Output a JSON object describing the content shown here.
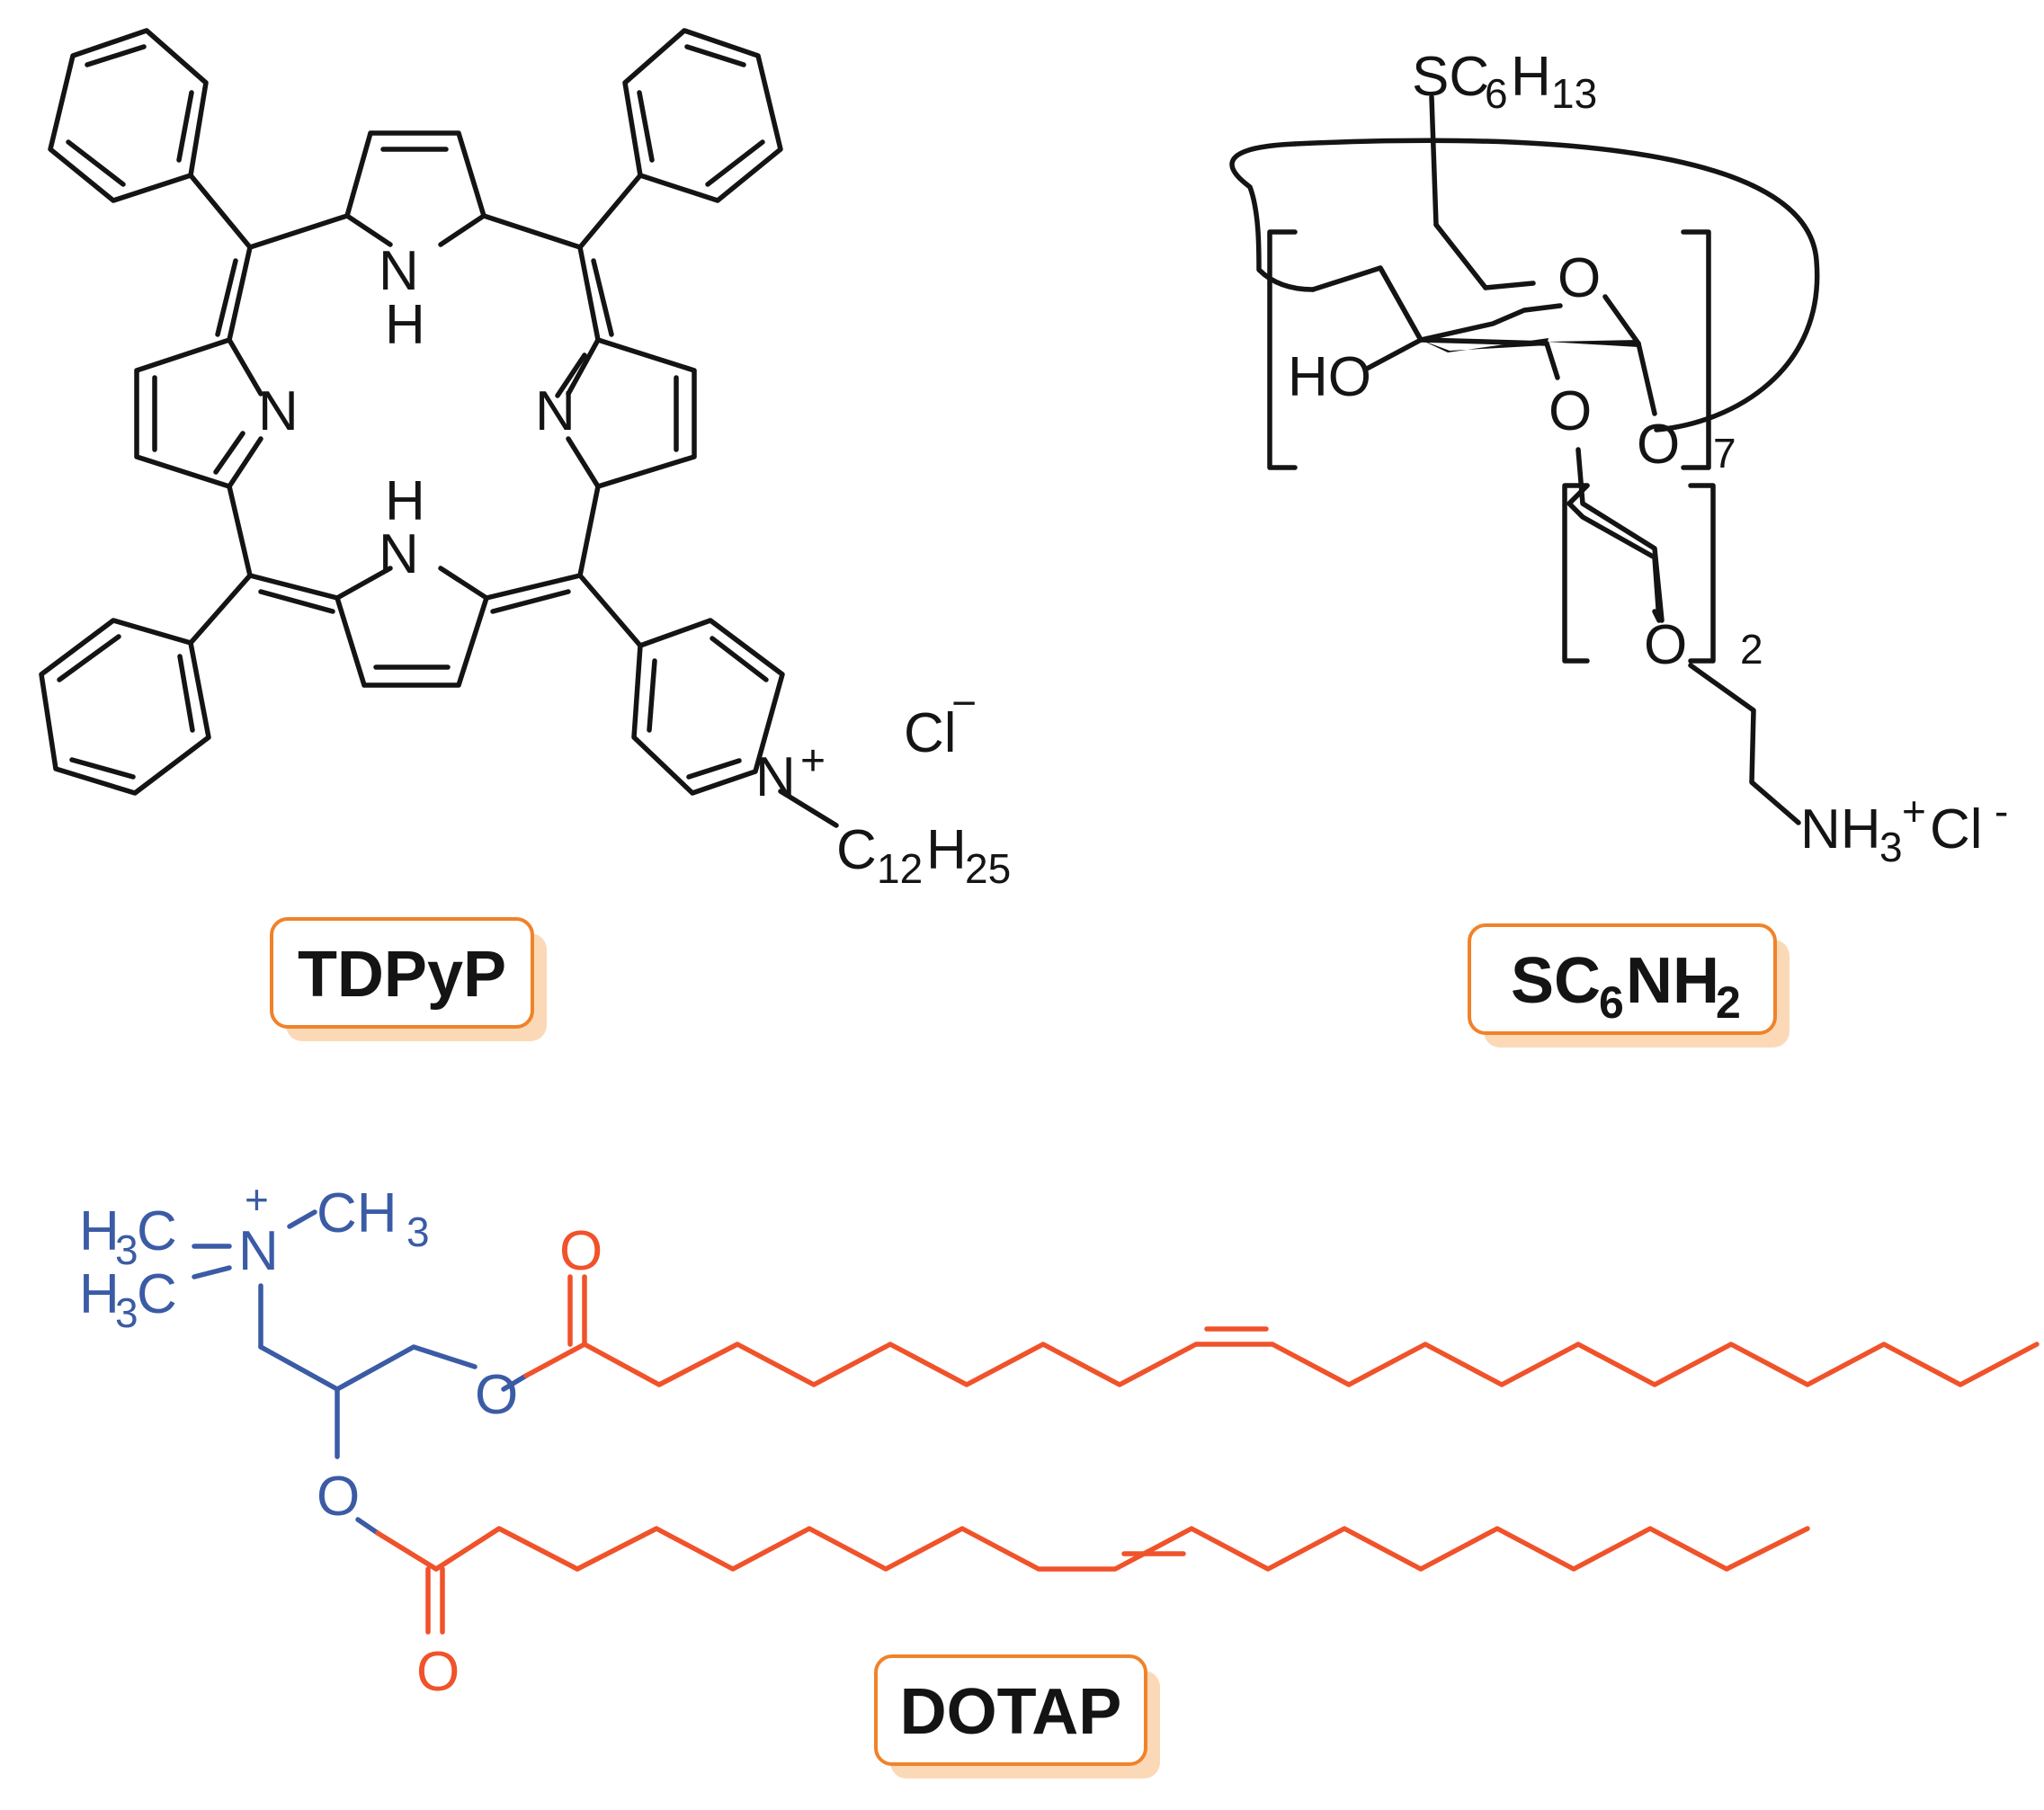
{
  "colors": {
    "ink": "#141414",
    "headgroup": "#3b5ba5",
    "tail": "#f0522a",
    "label_border": "#f0822a",
    "label_shadow": "#fbd9b7"
  },
  "compounds": {
    "tdpyp": {
      "label": "TDPyP",
      "atoms": {
        "nh": "N",
        "h": "H",
        "n": "N",
        "cl": "Cl",
        "minus": "−",
        "nplus": "N",
        "plus": "+",
        "c": "C",
        "c_sub": "12",
        "h2": "H",
        "h_sub": "25"
      }
    },
    "sc6nh2": {
      "label_main": "SC",
      "label_sub": "6",
      "label_mid": "NH",
      "label_sub2": "2",
      "atoms": {
        "s": "SC",
        "s_sub": "6",
        "s_h": "H",
        "s_hsub": "13",
        "ho": "HO",
        "o": "O",
        "repeat7": "7",
        "repeat2": "2",
        "nh": "NH",
        "nh_sub": "3",
        "nh_plus": "+",
        "cl": "Cl",
        "cl_minus": "-"
      }
    },
    "dotap": {
      "label": "DOTAP",
      "atoms": {
        "h": "H",
        "sub3": "3",
        "c": "C",
        "n": "N",
        "plus": "+",
        "ch": "CH",
        "o": "O"
      }
    }
  }
}
